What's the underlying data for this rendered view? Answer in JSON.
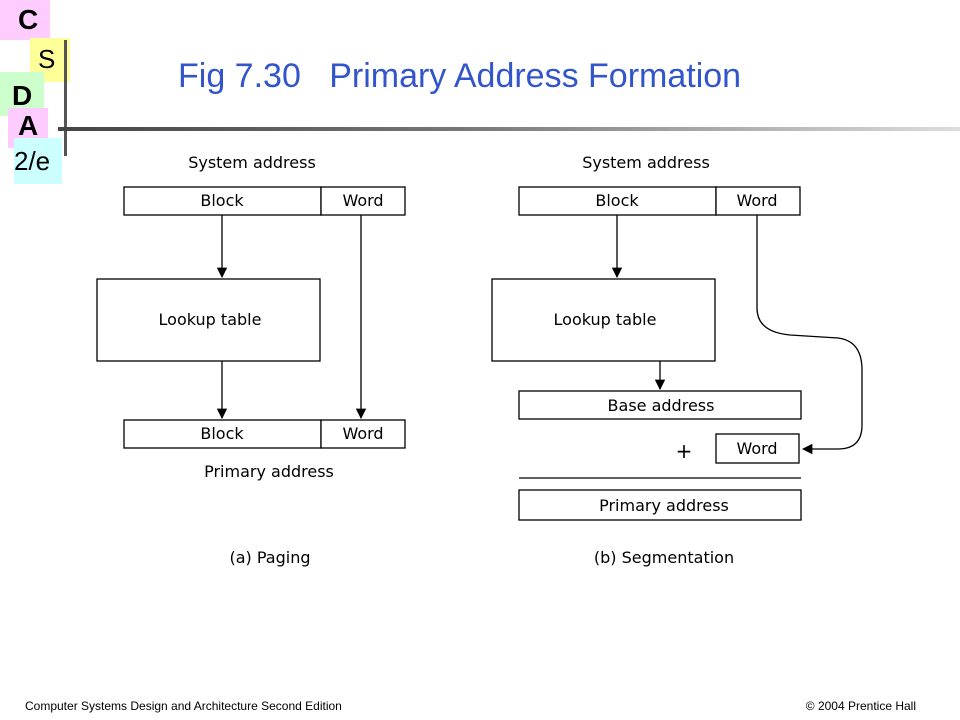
{
  "logo": {
    "letters": [
      "C",
      "S",
      "D",
      "A",
      "2/e"
    ]
  },
  "title": "Fig 7.30   Primary Address Formation",
  "paging": {
    "system_address": "System address",
    "block": "Block",
    "word": "Word",
    "lookup_table": "Lookup table",
    "result_block": "Block",
    "result_word": "Word",
    "primary_address": "Primary address",
    "caption": "(a) Paging"
  },
  "segmentation": {
    "system_address": "System address",
    "block": "Block",
    "word": "Word",
    "lookup_table": "Lookup table",
    "base_address": "Base address",
    "plus": "+",
    "added_word": "Word",
    "primary_address": "Primary address",
    "caption": "(b) Segmentation"
  },
  "footer": {
    "left": "Computer Systems Design and Architecture Second Edition",
    "right": "© 2004 Prentice Hall"
  },
  "colors": {
    "title": "#3355cc",
    "logo_pink": "#ffccff",
    "logo_yellow": "#ffff99",
    "logo_green": "#ccffcc",
    "logo_cyan": "#ccffff"
  }
}
